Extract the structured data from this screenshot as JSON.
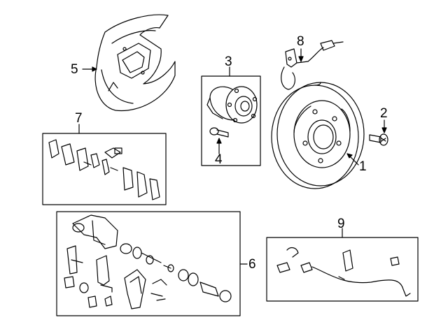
{
  "callouts": {
    "c1": "1",
    "c2": "2",
    "c3": "3",
    "c4": "4",
    "c5": "5",
    "c6": "6",
    "c7": "7",
    "c8": "8",
    "c9": "9"
  },
  "parts": [
    {
      "id": "1",
      "name": "brake-rotor"
    },
    {
      "id": "2",
      "name": "rotor-screw"
    },
    {
      "id": "3",
      "name": "hub-bearing-assembly"
    },
    {
      "id": "4",
      "name": "hub-bolt"
    },
    {
      "id": "5",
      "name": "splash-shield"
    },
    {
      "id": "6",
      "name": "caliper-assembly"
    },
    {
      "id": "7",
      "name": "brake-pad-set"
    },
    {
      "id": "8",
      "name": "brake-hose"
    },
    {
      "id": "9",
      "name": "abs-sensor"
    }
  ]
}
